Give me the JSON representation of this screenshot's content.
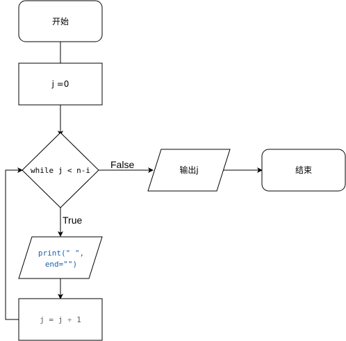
{
  "colors": {
    "stroke": "#000000",
    "fill": "#ffffff",
    "code_blue": "#1f5fa8",
    "code_gray": "#555555",
    "code_accent": "#8a8a8a"
  },
  "nodes": {
    "start": "开始",
    "init": "j =0",
    "condition": "while j < n-i",
    "print_line1": "print(\" \",",
    "print_line2": "end=\"\")",
    "increment_parts": [
      "j",
      " = ",
      "j",
      " + ",
      "1"
    ],
    "output": "输出j",
    "end": "结束"
  },
  "edges": {
    "false_label": "False",
    "true_label": "True"
  }
}
